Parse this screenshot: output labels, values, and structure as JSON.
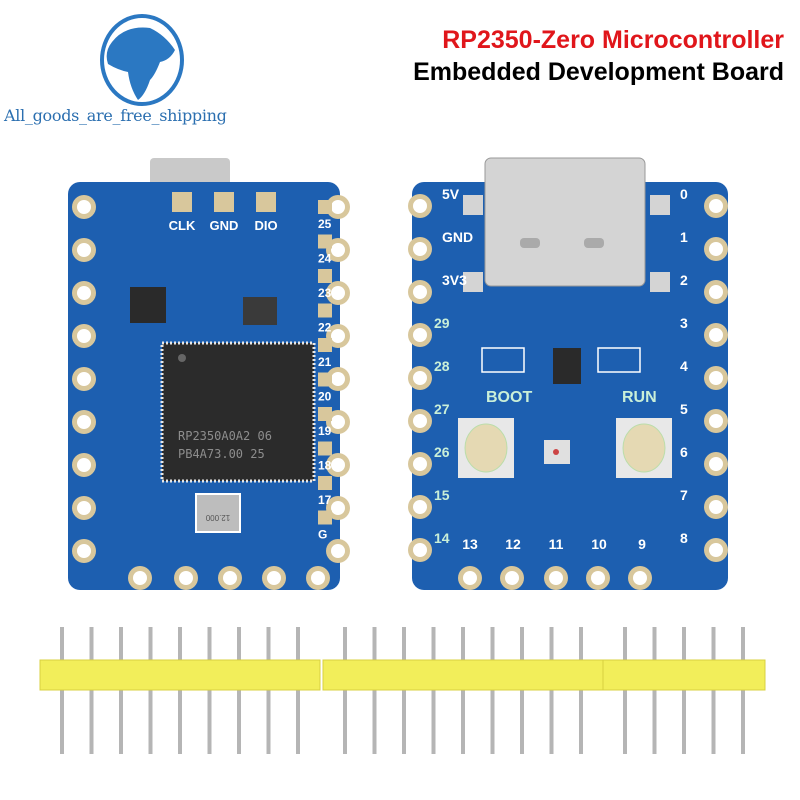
{
  "header": {
    "title_line1": "RP2350-Zero Microcontroller",
    "title_line2": "Embedded Development Board",
    "shop_slogan": "All_goods_are_free_shipping",
    "logo_icon": "globe-icon"
  },
  "colors": {
    "title_accent": "#e0161b",
    "pcb": "#1d5fb0",
    "pad": "#d8c79c",
    "header_plastic": "#f2ee5a",
    "logo": "#2b78c2"
  },
  "board_front": {
    "swd_labels": [
      "CLK",
      "GND",
      "DIO"
    ],
    "right_pin_labels": [
      "25",
      "24",
      "23",
      "22",
      "21",
      "20",
      "19",
      "18",
      "17",
      "G"
    ],
    "chip_marking_line1": "RP2350A0A2 06",
    "chip_marking_line2": "PB4A73.00  25",
    "crystal_marking": "12.000"
  },
  "board_back": {
    "left_pin_labels": [
      "5V",
      "GND",
      "3V3",
      "29",
      "28",
      "27",
      "26",
      "15",
      "14"
    ],
    "right_pin_labels": [
      "0",
      "1",
      "2",
      "3",
      "4",
      "5",
      "6",
      "7",
      "8"
    ],
    "bottom_pin_labels": [
      "13",
      "12",
      "11",
      "10",
      "9"
    ],
    "boot_label": "BOOT",
    "run_label": "RUN"
  },
  "pin_headers": {
    "pin_counts": [
      9,
      9,
      5
    ]
  }
}
